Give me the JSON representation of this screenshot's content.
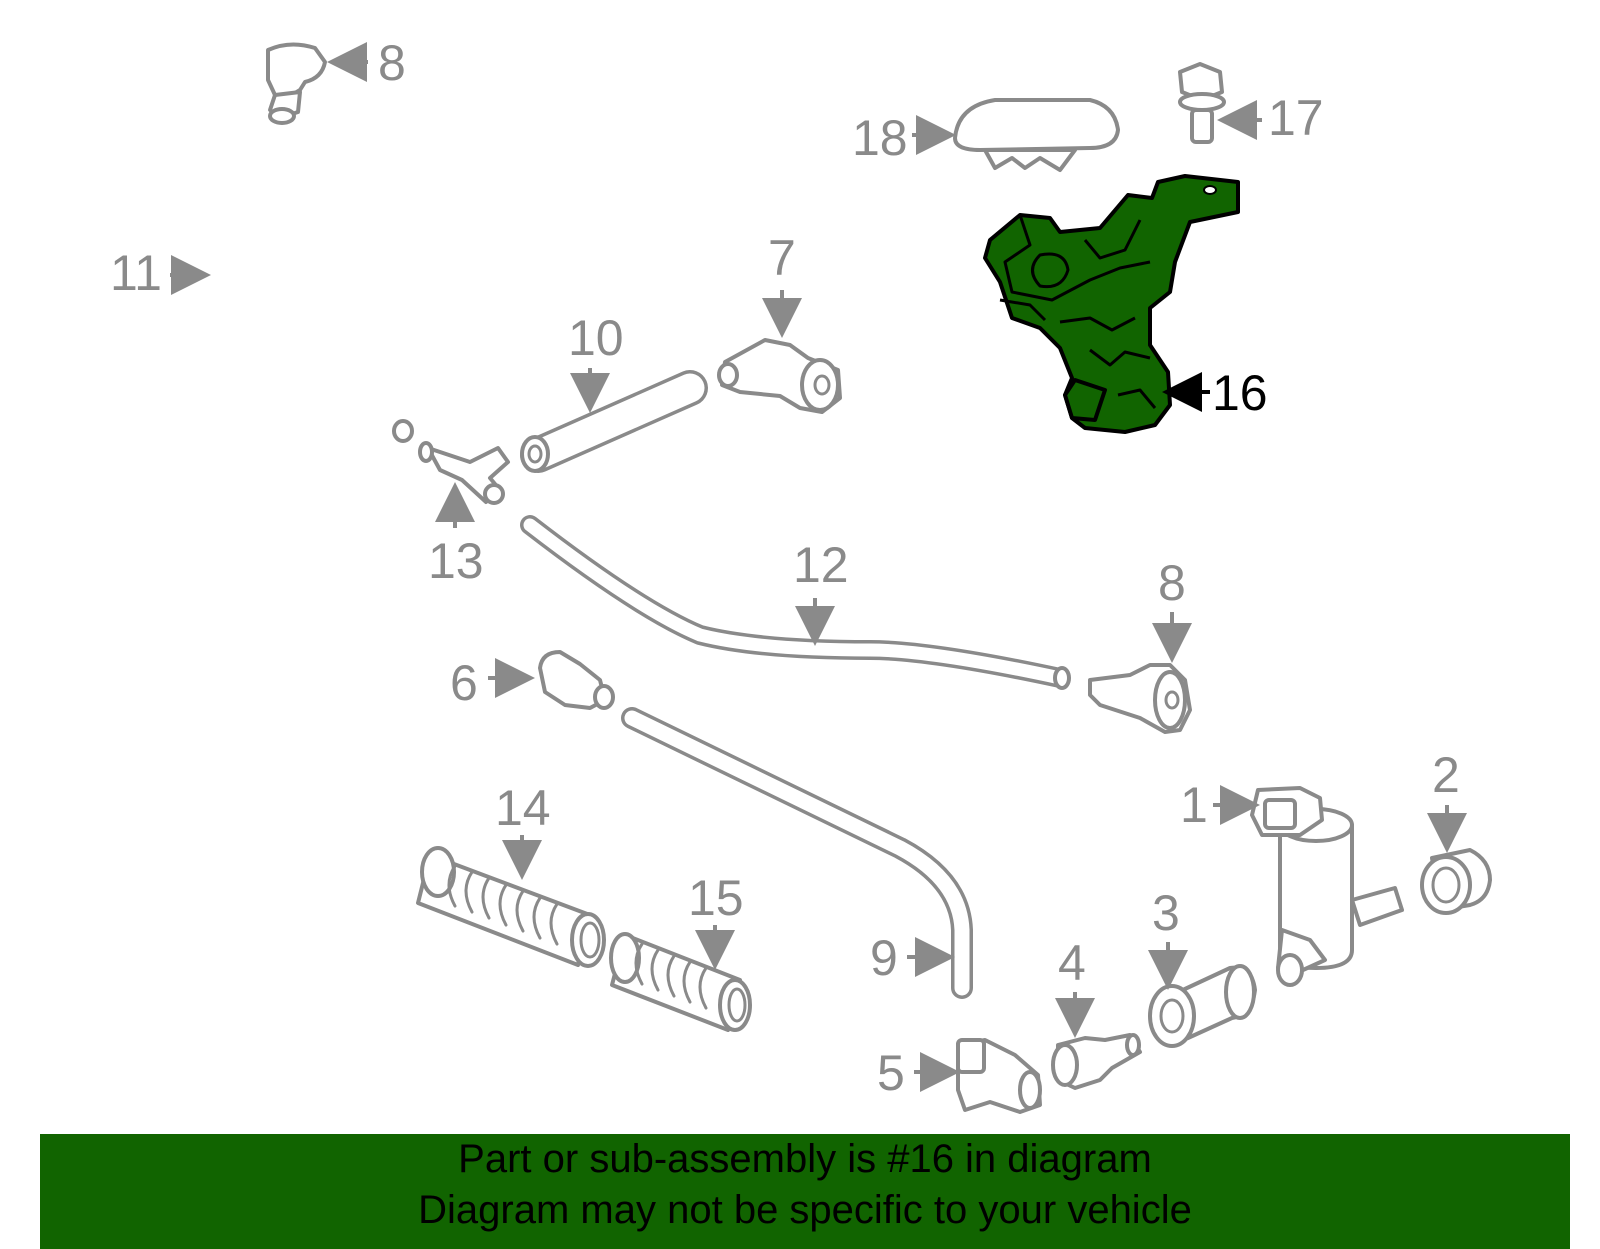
{
  "callouts": {
    "c1": "1",
    "c2": "2",
    "c3": "3",
    "c4": "4",
    "c5": "5",
    "c6": "6",
    "c7": "7",
    "c8a": "8",
    "c8b": "8",
    "c9": "9",
    "c10": "10",
    "c11": "11",
    "c12": "12",
    "c13": "13",
    "c14": "14",
    "c15": "15",
    "c16": "16",
    "c17": "17",
    "c18": "18"
  },
  "highlighted_part": "16",
  "colors": {
    "highlight": "#116400",
    "part_outline": "#8a8a8a",
    "banner": "#116400",
    "active_label": "#000000"
  },
  "banner": {
    "line1": "Part or sub-assembly is #16 in diagram",
    "line2": "Diagram may not be specific to your vehicle"
  }
}
